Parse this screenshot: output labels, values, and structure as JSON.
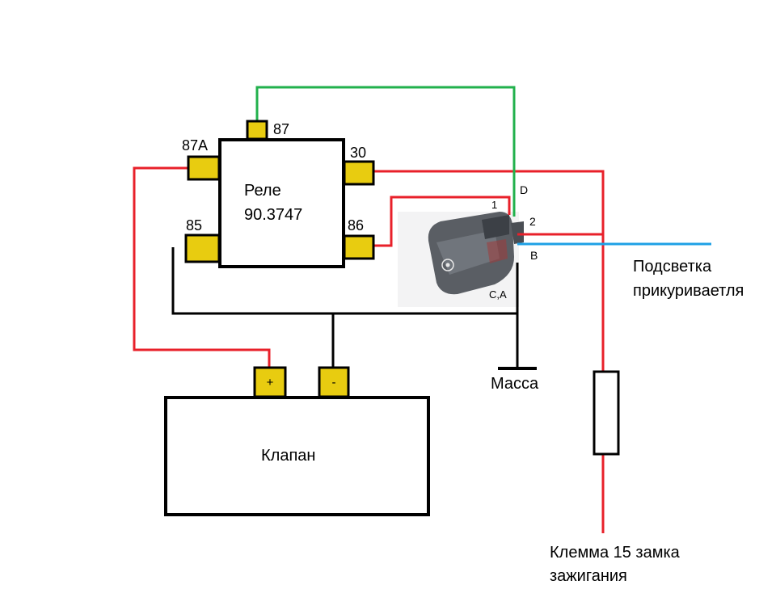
{
  "relay": {
    "title_line1": "Реле",
    "title_line2": "90.3747",
    "pins": {
      "p87": "87",
      "p87a": "87A",
      "p30": "30",
      "p85": "85",
      "p86": "86"
    }
  },
  "valve": {
    "label": "Клапан",
    "plus": "+",
    "minus": "-"
  },
  "switch": {
    "pin_d": "D",
    "pin_1": "1",
    "pin_2": "2",
    "pin_b": "B",
    "pin_ca": "C,A"
  },
  "ground_label": "Масса",
  "backlight_label_line1": "Подсветка",
  "backlight_label_line2": "прикуриваетля",
  "ignition_label_line1": "Клемма 15 замка",
  "ignition_label_line2": "зажигания",
  "colors": {
    "red_wire": "#e8202a",
    "green_wire": "#22b14c",
    "blue_wire": "#1ea0e6",
    "black_wire": "#000000",
    "terminal_fill": "#e8cc10",
    "switch_body": "#5a5e64"
  }
}
